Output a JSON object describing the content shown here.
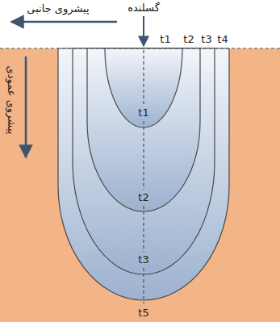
{
  "diagram": {
    "labels": [
      "پیشروی جانبی",
      "گسلنده",
      "t1",
      "t2",
      "t3",
      "t4",
      "پیشروی عمودی",
      "t1",
      "t2",
      "t3",
      "t5"
    ]
  }
}
